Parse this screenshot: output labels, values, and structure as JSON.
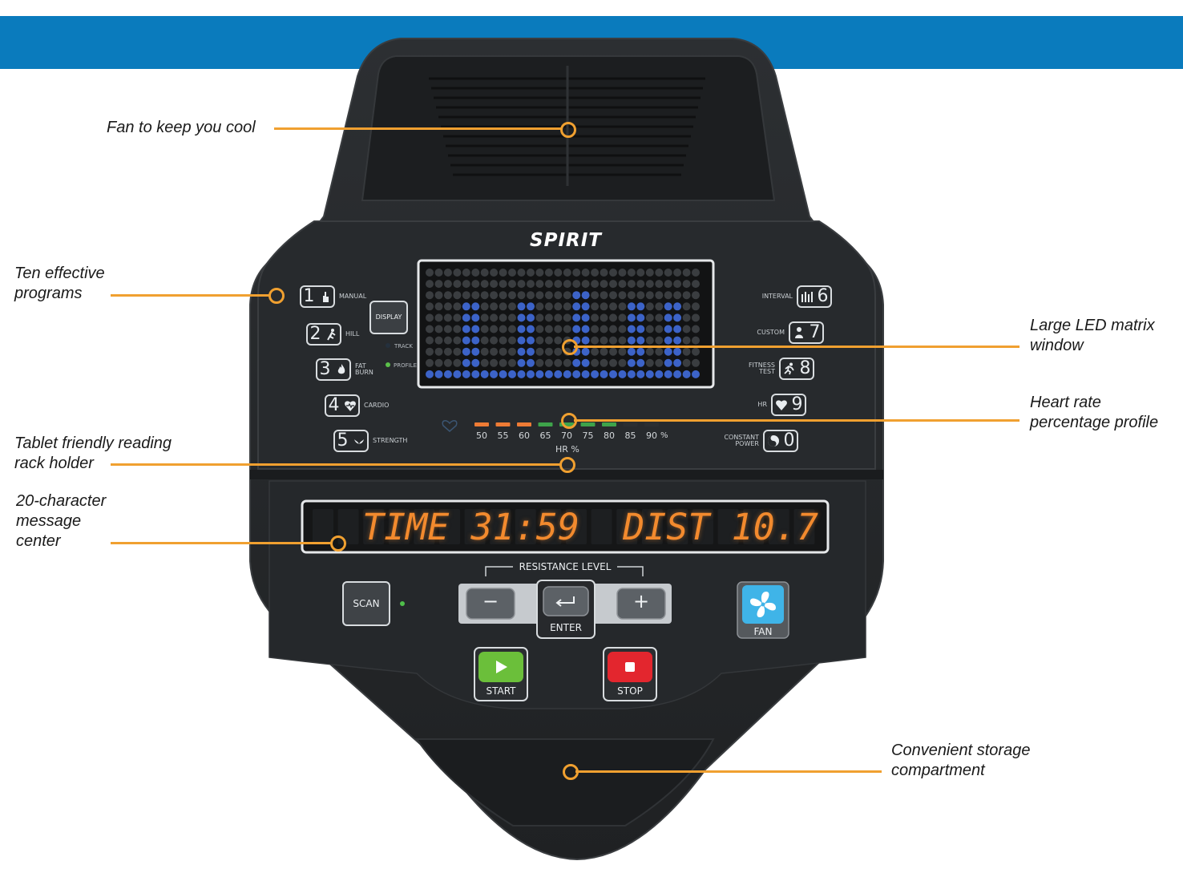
{
  "brand": "SPIRIT",
  "callouts": {
    "fan": [
      "Fan to keep you cool"
    ],
    "programs": [
      "Ten effective",
      "programs"
    ],
    "tablet": [
      "Tablet friendly reading",
      "rack holder"
    ],
    "message": [
      "20-character",
      "message",
      "center"
    ],
    "led": [
      "Large LED matrix",
      "window"
    ],
    "heart": [
      "Heart rate",
      "percentage profile"
    ],
    "storage": [
      "Convenient storage",
      "compartment"
    ]
  },
  "programs": [
    {
      "num": "1",
      "label": "MANUAL",
      "icon": "hand-icon"
    },
    {
      "num": "2",
      "label": "HILL",
      "icon": "hill-runner-icon"
    },
    {
      "num": "3",
      "label": "FAT BURN",
      "icon": "flame-icon"
    },
    {
      "num": "4",
      "label": "CARDIO",
      "icon": "heart-pulse-icon"
    },
    {
      "num": "5",
      "label": "STRENGTH",
      "icon": "arm-icon"
    },
    {
      "num": "6",
      "label": "INTERVAL",
      "icon": "bars-icon"
    },
    {
      "num": "7",
      "label": "CUSTOM",
      "icon": "person-icon"
    },
    {
      "num": "8",
      "label": "FITNESS TEST",
      "icon": "runner-icon"
    },
    {
      "num": "9",
      "label": "HR",
      "icon": "heart-icon"
    },
    {
      "num": "0",
      "label": "CONSTANT POWER",
      "icon": "yin-yang-icon"
    }
  ],
  "display_button": "DISPLAY",
  "track_label": "TRACK",
  "profile_label": "PROFILE",
  "led_matrix": {
    "columns": 30,
    "rows": 10,
    "bar_heights": [
      0,
      0,
      0,
      0,
      7,
      7,
      0,
      0,
      1,
      1,
      7,
      7,
      0,
      0,
      1,
      1,
      8,
      8,
      0,
      0,
      1,
      1,
      7,
      7,
      0,
      0,
      7,
      7,
      0,
      0
    ],
    "on_color": "#3c63c8",
    "off_color": "#3a3d40"
  },
  "hr_scale": {
    "ticks": [
      "50",
      "55",
      "60",
      "65",
      "70",
      "75",
      "80",
      "85",
      "90"
    ],
    "unit": "%",
    "label": "HR %",
    "segment_colors": [
      "#ee7b35",
      "#ee7b35",
      "#ee7b35",
      "#3ea34a",
      "#3ea34a",
      "#3ea34a",
      "#3ea34a",
      "#2b2e31",
      "#2b2e31"
    ]
  },
  "message_center": {
    "text": "TIME 31:59  DIST 10.7",
    "text_color": "#f28a2e"
  },
  "controls": {
    "scan": "SCAN",
    "resistance_level": "RESISTANCE LEVEL",
    "minus": "−",
    "plus": "+",
    "enter": "ENTER",
    "fan": "FAN",
    "start": "START",
    "stop": "STOP"
  },
  "colors": {
    "header_blue": "#0a7bbd",
    "callout_orange": "#f0a030",
    "start_green": "#6bbf3a",
    "stop_red": "#e3262e",
    "fan_blue": "#3fb4e8"
  }
}
